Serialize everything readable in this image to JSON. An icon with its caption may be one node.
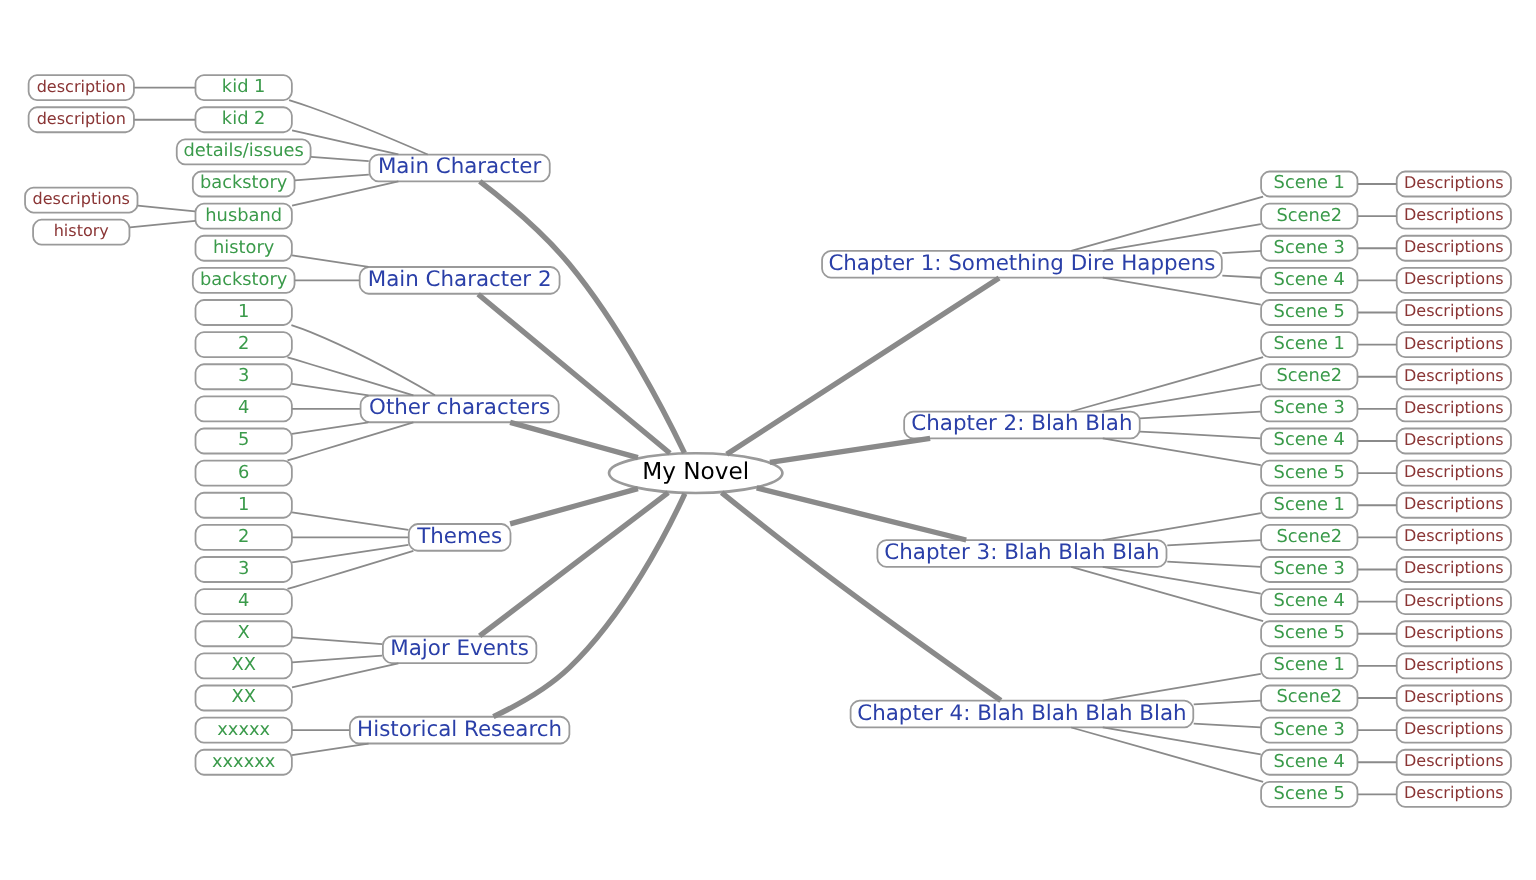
{
  "diagram": {
    "nodes": [
      {
        "text": [
          "My Novel"
        ]
      },
      {
        "text": [
          "Main Character"
        ]
      },
      {
        "text": [
          "kid 1"
        ]
      },
      {
        "text": [
          "description"
        ]
      },
      {
        "text": [
          "kid 2"
        ]
      },
      {
        "text": [
          "description"
        ]
      },
      {
        "text": [
          "details/issues"
        ]
      },
      {
        "text": [
          "backstory"
        ]
      },
      {
        "text": [
          "husband"
        ]
      },
      {
        "text": [
          "descriptions"
        ]
      },
      {
        "text": [
          "history"
        ]
      },
      {
        "text": [
          "Main Character 2"
        ]
      },
      {
        "text": [
          "history"
        ]
      },
      {
        "text": [
          "backstory"
        ]
      },
      {
        "text": [
          "Other characters"
        ]
      },
      {
        "text": [
          "1"
        ]
      },
      {
        "text": [
          "2"
        ]
      },
      {
        "text": [
          "3"
        ]
      },
      {
        "text": [
          "4"
        ]
      },
      {
        "text": [
          "5"
        ]
      },
      {
        "text": [
          "6"
        ]
      },
      {
        "text": [
          "Themes"
        ]
      },
      {
        "text": [
          "1"
        ]
      },
      {
        "text": [
          "2"
        ]
      },
      {
        "text": [
          "3"
        ]
      },
      {
        "text": [
          "4"
        ]
      },
      {
        "text": [
          "Major Events"
        ]
      },
      {
        "text": [
          "X"
        ]
      },
      {
        "text": [
          "XX"
        ]
      },
      {
        "text": [
          "XX"
        ]
      },
      {
        "text": [
          "Historical Research"
        ]
      },
      {
        "text": [
          "xxxxx"
        ]
      },
      {
        "text": [
          "xxxxxx"
        ]
      },
      {
        "text": [
          "Chapter 1: Something Dire Happens"
        ]
      },
      {
        "text": [
          "Scene 1"
        ]
      },
      {
        "text": [
          "Descriptions"
        ]
      },
      {
        "text": [
          "Scene2"
        ]
      },
      {
        "text": [
          "Descriptions"
        ]
      },
      {
        "text": [
          "Scene 3"
        ]
      },
      {
        "text": [
          "Descriptions"
        ]
      },
      {
        "text": [
          "Scene 4"
        ]
      },
      {
        "text": [
          "Descriptions"
        ]
      },
      {
        "text": [
          "Scene 5"
        ]
      },
      {
        "text": [
          "Descriptions"
        ]
      },
      {
        "text": [
          "Chapter 2: Blah Blah"
        ]
      },
      {
        "text": [
          "Scene 1"
        ]
      },
      {
        "text": [
          "Descriptions"
        ]
      },
      {
        "text": [
          "Scene2"
        ]
      },
      {
        "text": [
          "Descriptions"
        ]
      },
      {
        "text": [
          "Scene 3"
        ]
      },
      {
        "text": [
          "Descriptions"
        ]
      },
      {
        "text": [
          "Scene 4"
        ]
      },
      {
        "text": [
          "Descriptions"
        ]
      },
      {
        "text": [
          "Scene 5"
        ]
      },
      {
        "text": [
          "Descriptions"
        ]
      },
      {
        "text": [
          "Chapter 3: Blah Blah Blah"
        ]
      },
      {
        "text": [
          "Scene 1"
        ]
      },
      {
        "text": [
          "Descriptions"
        ]
      },
      {
        "text": [
          "Scene2"
        ]
      },
      {
        "text": [
          "Descriptions"
        ]
      },
      {
        "text": [
          "Scene 3"
        ]
      },
      {
        "text": [
          "Descriptions"
        ]
      },
      {
        "text": [
          "Scene 4"
        ]
      },
      {
        "text": [
          "Descriptions"
        ]
      },
      {
        "text": [
          "Scene 5"
        ]
      },
      {
        "text": [
          "Descriptions"
        ]
      },
      {
        "text": [
          "Chapter 4: Blah Blah Blah Blah"
        ]
      },
      {
        "text": [
          "Scene 1"
        ]
      },
      {
        "text": [
          "Descriptions"
        ]
      },
      {
        "text": [
          "Scene2"
        ]
      },
      {
        "text": [
          "Descriptions"
        ]
      },
      {
        "text": [
          "Scene 3"
        ]
      },
      {
        "text": [
          "Descriptions"
        ]
      },
      {
        "text": [
          "Scene 4"
        ]
      },
      {
        "text": [
          "Descriptions"
        ]
      },
      {
        "text": [
          "Scene 5"
        ]
      },
      {
        "text": [
          "Descriptions"
        ]
      }
    ],
    "edges": [
      {
        "from": 0,
        "to": 1,
        "arrow": "none",
        "style": "thick"
      },
      {
        "from": 1,
        "to": 2,
        "arrow": "none"
      },
      {
        "from": 2,
        "to": 3,
        "arrow": "none"
      },
      {
        "from": 1,
        "to": 4,
        "arrow": "none"
      },
      {
        "from": 4,
        "to": 5,
        "arrow": "none"
      },
      {
        "from": 1,
        "to": 6,
        "arrow": "none"
      },
      {
        "from": 1,
        "to": 7,
        "arrow": "none"
      },
      {
        "from": 1,
        "to": 8,
        "arrow": "none"
      },
      {
        "from": 8,
        "to": 9,
        "arrow": "none"
      },
      {
        "from": 8,
        "to": 10,
        "arrow": "none"
      },
      {
        "from": 0,
        "to": 11,
        "arrow": "none",
        "style": "thick"
      },
      {
        "from": 11,
        "to": 12,
        "arrow": "none"
      },
      {
        "from": 11,
        "to": 13,
        "arrow": "none"
      },
      {
        "from": 0,
        "to": 14,
        "arrow": "none",
        "style": "thick"
      },
      {
        "from": 14,
        "to": 15,
        "arrow": "none"
      },
      {
        "from": 14,
        "to": 16,
        "arrow": "none"
      },
      {
        "from": 14,
        "to": 17,
        "arrow": "none"
      },
      {
        "from": 14,
        "to": 18,
        "arrow": "none"
      },
      {
        "from": 14,
        "to": 19,
        "arrow": "none"
      },
      {
        "from": 14,
        "to": 20,
        "arrow": "none"
      },
      {
        "from": 0,
        "to": 21,
        "arrow": "none",
        "style": "thick"
      },
      {
        "from": 21,
        "to": 22,
        "arrow": "none"
      },
      {
        "from": 21,
        "to": 23,
        "arrow": "none"
      },
      {
        "from": 21,
        "to": 24,
        "arrow": "none"
      },
      {
        "from": 21,
        "to": 25,
        "arrow": "none"
      },
      {
        "from": 0,
        "to": 26,
        "arrow": "none",
        "style": "thick"
      },
      {
        "from": 26,
        "to": 27,
        "arrow": "none"
      },
      {
        "from": 26,
        "to": 28,
        "arrow": "none"
      },
      {
        "from": 26,
        "to": 29,
        "arrow": "none"
      },
      {
        "from": 0,
        "to": 30,
        "arrow": "none",
        "style": "thick"
      },
      {
        "from": 30,
        "to": 31,
        "arrow": "none"
      },
      {
        "from": 30,
        "to": 32,
        "arrow": "none"
      },
      {
        "from": 0,
        "to": 33,
        "arrow": "none",
        "style": "thick"
      },
      {
        "from": 33,
        "to": 34,
        "arrow": "none"
      },
      {
        "from": 34,
        "to": 35,
        "arrow": "none"
      },
      {
        "from": 33,
        "to": 36,
        "arrow": "none"
      },
      {
        "from": 36,
        "to": 37,
        "arrow": "none"
      },
      {
        "from": 33,
        "to": 38,
        "arrow": "none"
      },
      {
        "from": 38,
        "to": 39,
        "arrow": "none"
      },
      {
        "from": 33,
        "to": 40,
        "arrow": "none"
      },
      {
        "from": 40,
        "to": 41,
        "arrow": "none"
      },
      {
        "from": 33,
        "to": 42,
        "arrow": "none"
      },
      {
        "from": 42,
        "to": 43,
        "arrow": "none"
      },
      {
        "from": 0,
        "to": 44,
        "arrow": "none",
        "style": "thick"
      },
      {
        "from": 44,
        "to": 45,
        "arrow": "none"
      },
      {
        "from": 45,
        "to": 46,
        "arrow": "none"
      },
      {
        "from": 44,
        "to": 47,
        "arrow": "none"
      },
      {
        "from": 47,
        "to": 48,
        "arrow": "none"
      },
      {
        "from": 44,
        "to": 49,
        "arrow": "none"
      },
      {
        "from": 49,
        "to": 50,
        "arrow": "none"
      },
      {
        "from": 44,
        "to": 51,
        "arrow": "none"
      },
      {
        "from": 51,
        "to": 52,
        "arrow": "none"
      },
      {
        "from": 44,
        "to": 53,
        "arrow": "none"
      },
      {
        "from": 53,
        "to": 54,
        "arrow": "none"
      },
      {
        "from": 0,
        "to": 55,
        "arrow": "none",
        "style": "thick"
      },
      {
        "from": 55,
        "to": 56,
        "arrow": "none"
      },
      {
        "from": 56,
        "to": 57,
        "arrow": "none"
      },
      {
        "from": 55,
        "to": 58,
        "arrow": "none"
      },
      {
        "from": 58,
        "to": 59,
        "arrow": "none"
      },
      {
        "from": 55,
        "to": 60,
        "arrow": "none"
      },
      {
        "from": 60,
        "to": 61,
        "arrow": "none"
      },
      {
        "from": 55,
        "to": 62,
        "arrow": "none"
      },
      {
        "from": 62,
        "to": 63,
        "arrow": "none"
      },
      {
        "from": 55,
        "to": 64,
        "arrow": "none"
      },
      {
        "from": 64,
        "to": 65,
        "arrow": "none"
      },
      {
        "from": 0,
        "to": 66,
        "arrow": "none",
        "style": "thick"
      },
      {
        "from": 66,
        "to": 67,
        "arrow": "none"
      },
      {
        "from": 67,
        "to": 68,
        "arrow": "none"
      },
      {
        "from": 66,
        "to": 69,
        "arrow": "none"
      },
      {
        "from": 69,
        "to": 70,
        "arrow": "none"
      },
      {
        "from": 66,
        "to": 71,
        "arrow": "none"
      },
      {
        "from": 71,
        "to": 72,
        "arrow": "none"
      },
      {
        "from": 66,
        "to": 73,
        "arrow": "none"
      },
      {
        "from": 73,
        "to": 74,
        "arrow": "none"
      },
      {
        "from": 66,
        "to": 75,
        "arrow": "none"
      },
      {
        "from": 75,
        "to": 76,
        "arrow": "none"
      }
    ]
  }
}
